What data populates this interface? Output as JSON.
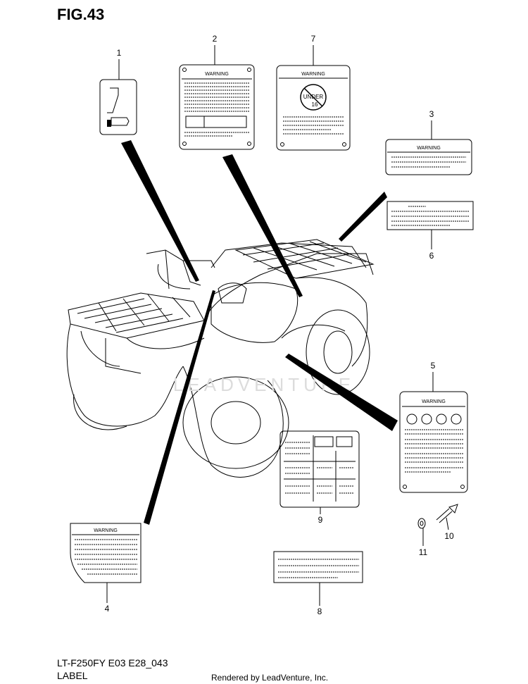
{
  "figure": {
    "title": "FIG.43"
  },
  "footer": {
    "model_code": "LT-F250FY E03 E28_043",
    "section": "LABEL",
    "rendered_by": "Rendered by LeadVenture, Inc."
  },
  "watermark": "LEADVENTURE",
  "callouts": [
    "1",
    "2",
    "3",
    "4",
    "5",
    "6",
    "7",
    "8",
    "9",
    "10",
    "11"
  ],
  "labels": {
    "warning_text": "WARNING",
    "under_text": "UNDER",
    "age_text": "16"
  }
}
